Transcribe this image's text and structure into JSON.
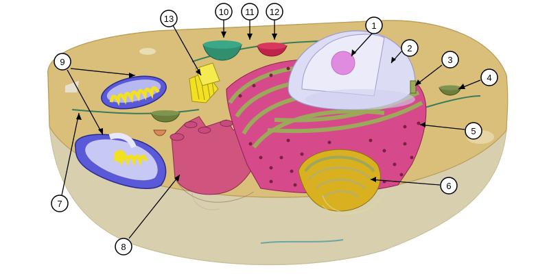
{
  "labels": [
    {
      "id": "label-1",
      "text": "1"
    },
    {
      "id": "label-2",
      "text": "2"
    },
    {
      "id": "label-3",
      "text": "3"
    },
    {
      "id": "label-4",
      "text": "4"
    },
    {
      "id": "label-5",
      "text": "5"
    },
    {
      "id": "label-6",
      "text": "6"
    },
    {
      "id": "label-7",
      "text": "7"
    },
    {
      "id": "label-8",
      "text": "8"
    },
    {
      "id": "label-9",
      "text": "9"
    },
    {
      "id": "label-10",
      "text": "10"
    },
    {
      "id": "label-11",
      "text": "11"
    },
    {
      "id": "label-12",
      "text": "12"
    },
    {
      "id": "label-13",
      "text": "13"
    }
  ],
  "colors": {
    "cytoplasm": "#d9bf7a",
    "cytoplasm_light": "#e6d3a0",
    "cell_cut": "#cfc8a8",
    "nucleus": "#d9d9f5",
    "nucleolus": "#e08ae0",
    "rough_er": "#d64a8c",
    "ribosome": "#7a2040",
    "smooth_er": "#c84b7e",
    "golgi": "#d9b020",
    "golgi_light": "#9ca85a",
    "mitochondrion": "#5a5ad9",
    "mitochondrion_inner": "#f2e022",
    "vesicle_green": "#2f8f6f",
    "vesicle_red": "#c0244a",
    "lysosome": "#6b7f3a",
    "centrioles": "#f2e022",
    "microtubule": "#3a7a5a"
  }
}
